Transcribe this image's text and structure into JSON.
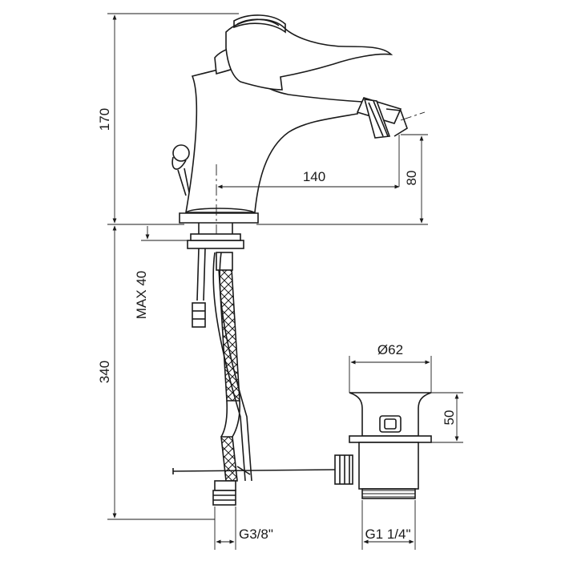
{
  "dimensions": {
    "faucet_height": "170",
    "spout_reach": "140",
    "spout_height": "80",
    "max_deck_thickness": "MAX 40",
    "hose_length": "340",
    "drain_diameter": "Ø62",
    "drain_flange_height": "50",
    "inlet_thread": "G3/8\"",
    "drain_thread": "G1 1/4\""
  }
}
